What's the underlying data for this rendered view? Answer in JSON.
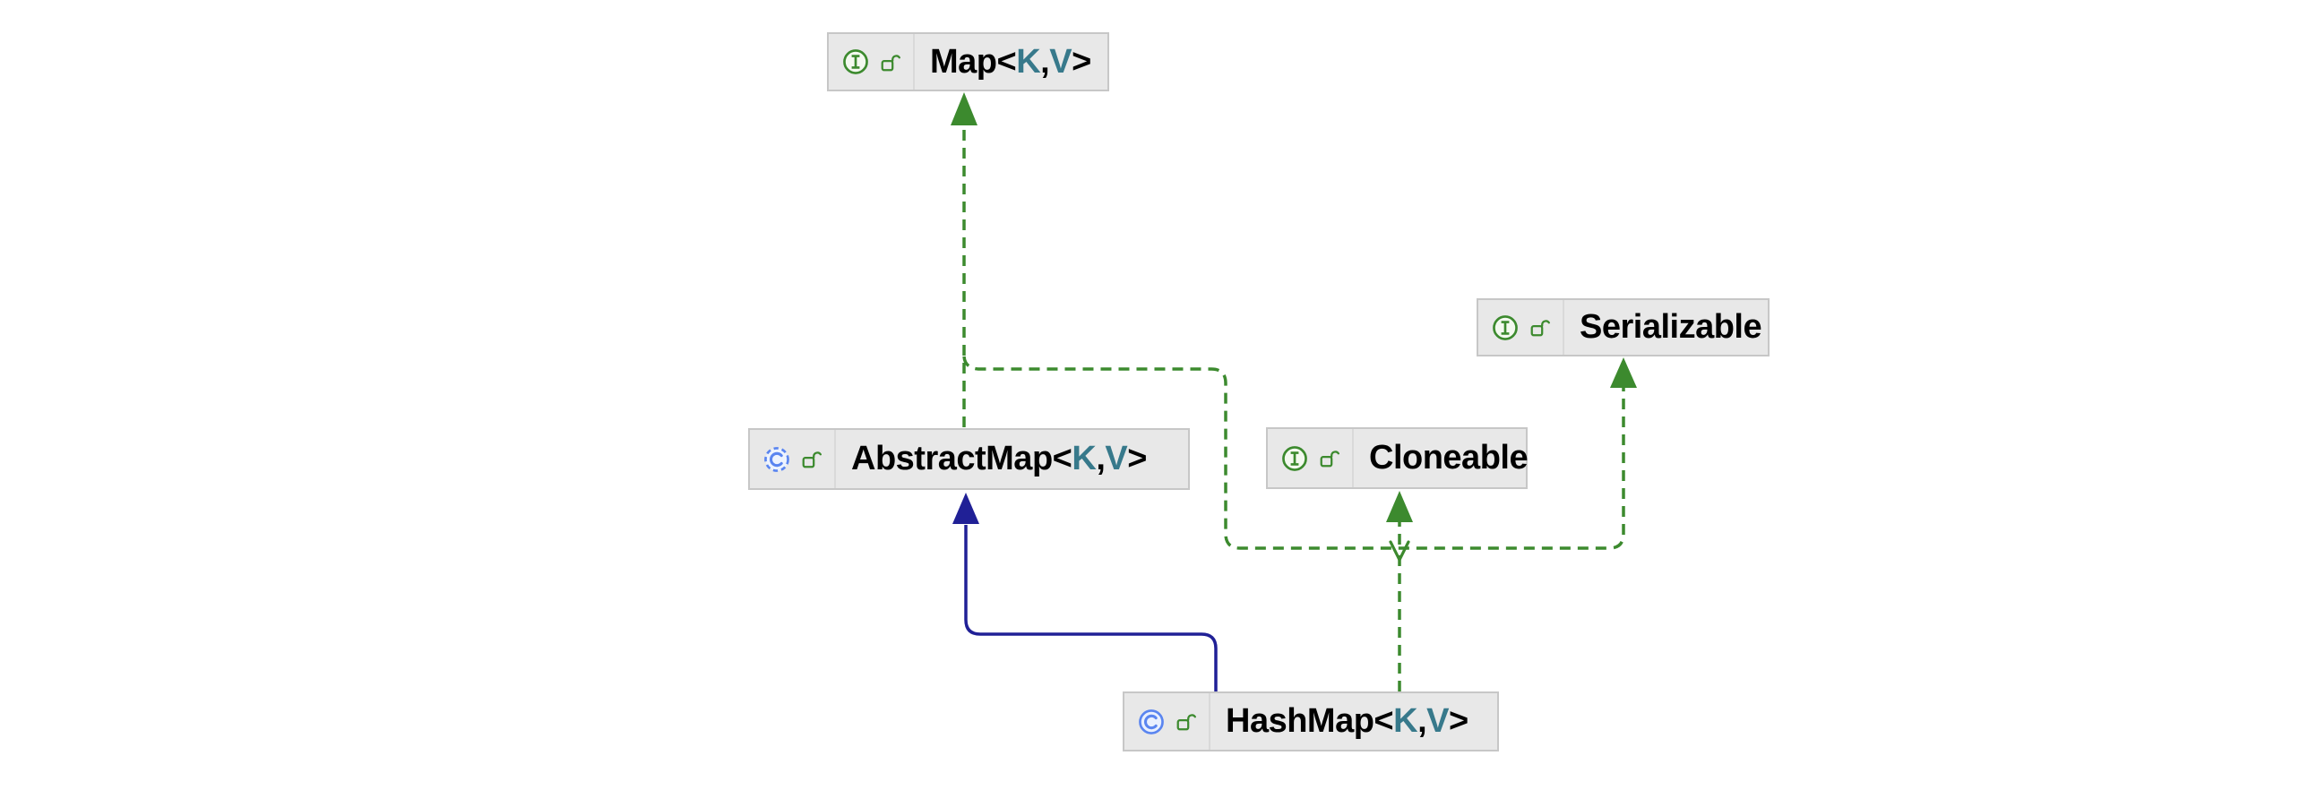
{
  "diagram": {
    "kind_labels": {
      "interface_icon": "circled-I",
      "class_icon": "circled-C",
      "abstract_class_icon": "dashed-circled-C",
      "modifier_icon": "open-lock"
    },
    "colors": {
      "implements_edge_green": "#3c8a2e",
      "extends_edge_blue": "#202096",
      "node_background": "#e8e8e8",
      "node_border": "#c7c7c7",
      "interface_icon_green": "#3c8a2e",
      "class_icon_blue": "#5a85f0",
      "type_param_teal": "#37798b",
      "text_black": "#000000"
    },
    "nodes": [
      {
        "id": "map",
        "kind": "interface",
        "name": "Map",
        "generic_open": "<",
        "type_param_1": "K",
        "separator": ", ",
        "type_param_2": "V",
        "generic_close": ">"
      },
      {
        "id": "serializable",
        "kind": "interface",
        "name": "Serializable"
      },
      {
        "id": "abstract-map",
        "kind": "abstract_class",
        "name": "AbstractMap",
        "generic_open": "<",
        "type_param_1": "K",
        "separator": ", ",
        "type_param_2": "V",
        "generic_close": ">"
      },
      {
        "id": "cloneable",
        "kind": "interface",
        "name": "Cloneable"
      },
      {
        "id": "hash-map",
        "kind": "class",
        "name": "HashMap",
        "generic_open": "<",
        "type_param_1": "K",
        "separator": ", ",
        "type_param_2": "V",
        "generic_close": ">"
      }
    ],
    "edges": [
      {
        "from": "AbstractMap",
        "to": "Map",
        "relation": "implements",
        "style": "dashed-green-arrow"
      },
      {
        "from": "HashMap",
        "to": "Map",
        "relation": "implements",
        "style": "dashed-green-arrow"
      },
      {
        "from": "HashMap",
        "to": "Cloneable",
        "relation": "implements",
        "style": "dashed-green-arrow"
      },
      {
        "from": "HashMap",
        "to": "Serializable",
        "relation": "implements",
        "style": "dashed-green-arrow"
      },
      {
        "from": "HashMap",
        "to": "AbstractMap",
        "relation": "extends",
        "style": "solid-blue-arrow"
      }
    ]
  }
}
